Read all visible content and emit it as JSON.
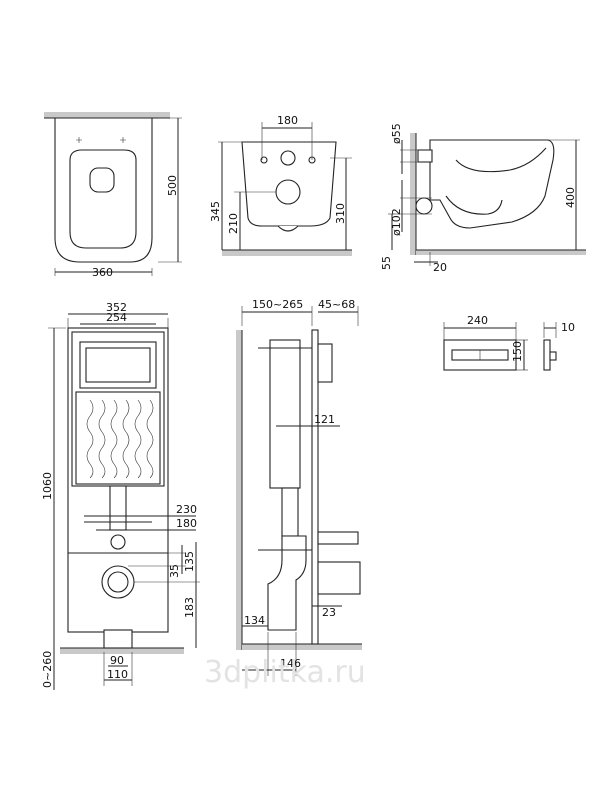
{
  "watermark": "3dplitka.ru",
  "views": {
    "bowl_top": {
      "width": "360",
      "depth": "500"
    },
    "bowl_front": {
      "holes_spacing": "180",
      "height_left": "345",
      "inlet_height": "210",
      "height_right": "310"
    },
    "bowl_side": {
      "inlet_diameter": "ø55",
      "outlet_diameter": "ø102",
      "height": "400",
      "floor_offset": "55",
      "gap": "20"
    },
    "frame_front": {
      "width_outer": "352",
      "width_inner": "254",
      "height": "1060",
      "rod_span": "230",
      "rod_span_inner": "180",
      "offset_small": "35",
      "inlet_height": "135",
      "outlet_height": "183",
      "leg_adjust": "0~260",
      "foot_inner": "90",
      "foot_outer": "110"
    },
    "frame_side": {
      "wall_distance": "150~265",
      "depth_adjust": "45~68",
      "tank_depth": "121",
      "outlet_offset": "23",
      "floor_pipe": "134",
      "pipe_distance": "146"
    },
    "button_front": {
      "width": "240",
      "height": "150"
    },
    "button_side": {
      "thickness": "10"
    }
  }
}
